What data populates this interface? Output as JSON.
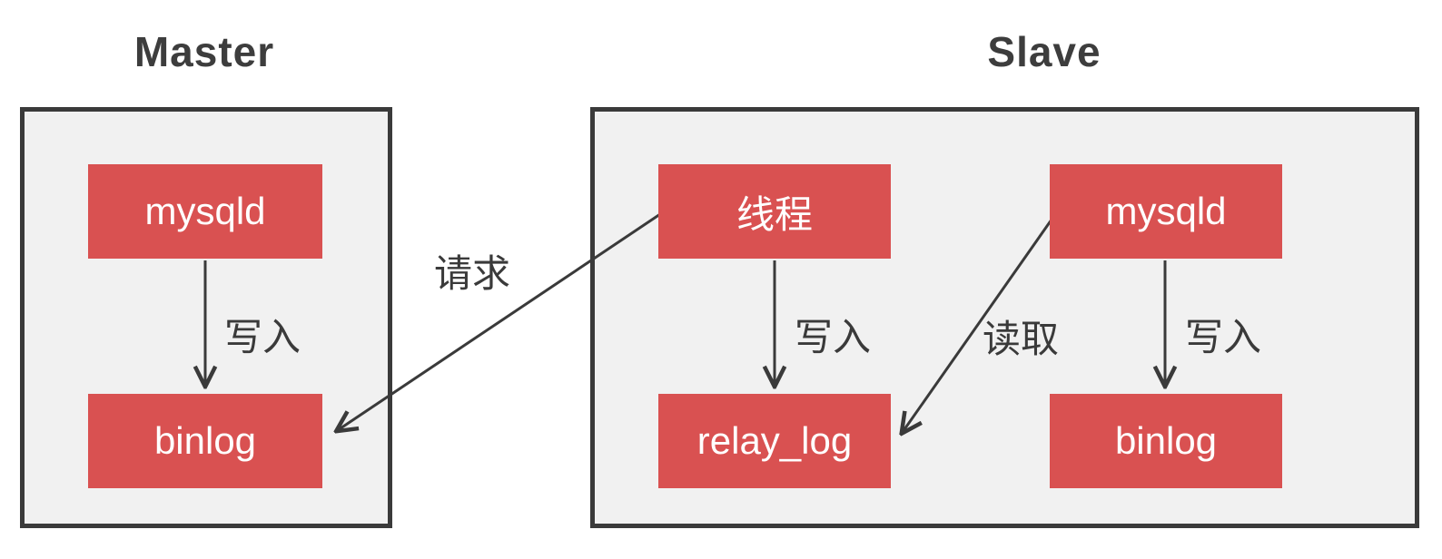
{
  "diagram": {
    "master": {
      "title": "Master",
      "nodes": {
        "mysqld": "mysqld",
        "binlog": "binlog"
      },
      "labels": {
        "write": "写入"
      }
    },
    "slave": {
      "title": "Slave",
      "nodes": {
        "thread": "线程",
        "relay_log": "relay_log",
        "mysqld": "mysqld",
        "binlog": "binlog"
      },
      "labels": {
        "thread_write": "写入",
        "read": "读取",
        "mysqld_write": "写入"
      }
    },
    "cross": {
      "request": "请求"
    },
    "colors": {
      "node_fill": "#d95151",
      "node_text": "#ffffff",
      "container_fill": "#f1f1f1",
      "border": "#3a3a3a",
      "arrow": "#3a3a3a",
      "title_text": "#3d3d3d"
    }
  }
}
